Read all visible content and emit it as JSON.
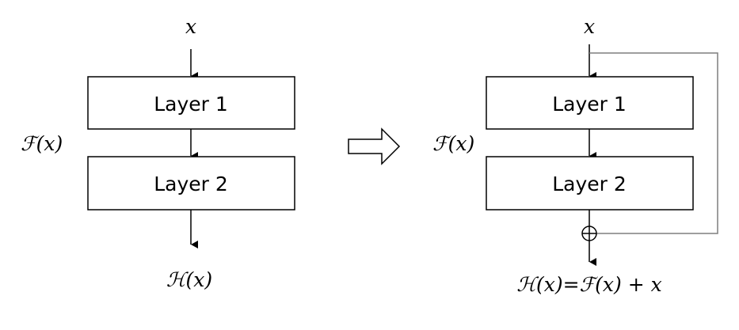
{
  "plain_block": {
    "input_label": "x",
    "layer1_label": "Layer 1",
    "layer2_label": "Layer 2",
    "function_label": "ℱ(x)",
    "output_label": "ℋ(x)"
  },
  "residual_block": {
    "input_label": "x",
    "layer1_label": "Layer 1",
    "layer2_label": "Layer 2",
    "function_label": "ℱ(x)",
    "sum_symbol": "⊕",
    "output_label": "ℋ(x)=ℱ(x) + x"
  },
  "colors": {
    "stroke": "#000000",
    "skip_connection": "#7f7f7f",
    "background": "#ffffff"
  },
  "icons": {
    "transition": "hollow-right-arrow-icon",
    "sum": "circle-plus-icon"
  }
}
